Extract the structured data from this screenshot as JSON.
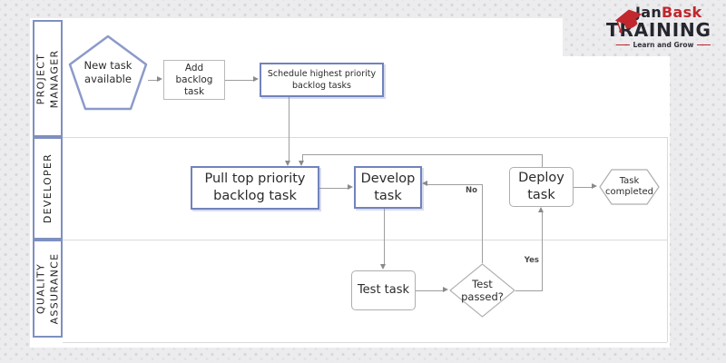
{
  "logo": {
    "brand_part1": "Jan",
    "brand_part2": "Bask",
    "brand_line2": "TRAINING",
    "tagline": "Learn and Grow",
    "colors": {
      "red": "#c1272d",
      "dark": "#26262e"
    }
  },
  "diagram": {
    "lanes": [
      {
        "label": "PROJECT\nMANAGER"
      },
      {
        "label": "DEVELOPER"
      },
      {
        "label": "QUALITY\nASSURANCE"
      }
    ],
    "nodes": {
      "start_pentagon": "New task\navailable",
      "add_backlog": "Add\nbacklog\ntask",
      "schedule": "Schedule highest priority\nbacklog tasks",
      "pull": "Pull top priority\nbacklog task",
      "develop": "Develop\ntask",
      "deploy": "Deploy\ntask",
      "task_completed": "Task\ncompleted",
      "test_task": "Test task",
      "test_passed": "Test\npassed?"
    },
    "edge_labels": {
      "no": "No",
      "yes": "Yes"
    },
    "colors": {
      "accent_border": "#7182bd",
      "lane_border": "#7e90c0",
      "pentagon_border": "#8b9aca",
      "gray_border": "#aeaeae",
      "connector": "#9e9e9e"
    }
  }
}
